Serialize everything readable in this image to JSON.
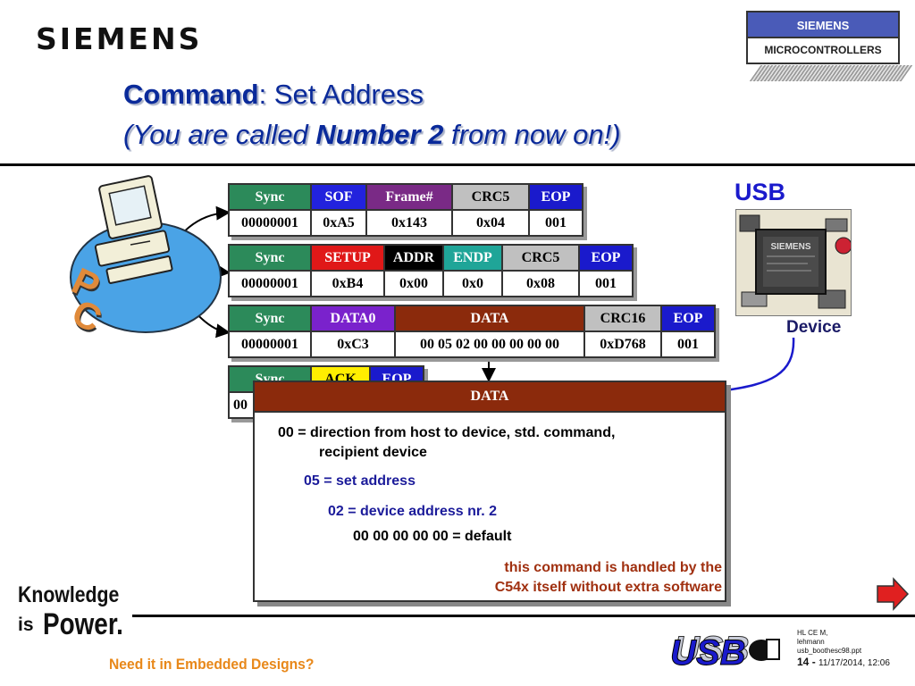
{
  "header": {
    "brand": "SIEMENS",
    "title_bold": "Command",
    "title_rest": ": Set Address",
    "subtitle_open": "(",
    "subtitle_pre": "You are called ",
    "subtitle_bold": "Number 2",
    "subtitle_post": " from now on!",
    "subtitle_close": ")"
  },
  "chip_badge": {
    "top_label": "SIEMENS",
    "bottom_label": "MICROCONTROLLERS"
  },
  "pc": {
    "letter_p": "P",
    "letter_c": "C"
  },
  "packets": {
    "sof": {
      "headers": [
        "Sync",
        "SOF",
        "Frame#",
        "CRC5",
        "EOP"
      ],
      "values": [
        "00000001",
        "0xA5",
        "0x143",
        "0x04",
        "001"
      ]
    },
    "setup": {
      "headers": [
        "Sync",
        "SETUP",
        "ADDR",
        "ENDP",
        "CRC5",
        "EOP"
      ],
      "values": [
        "00000001",
        "0xB4",
        "0x00",
        "0x0",
        "0x08",
        "001"
      ]
    },
    "data0": {
      "headers": [
        "Sync",
        "DATA0",
        "DATA",
        "CRC16",
        "EOP"
      ],
      "values": [
        "00000001",
        "0xC3",
        "00 05 02 00 00 00 00 00",
        "0xD768",
        "001"
      ]
    },
    "ack": {
      "headers": [
        "Sync",
        "ACK",
        "EOP"
      ],
      "values": [
        "00"
      ]
    }
  },
  "usb_device": {
    "usb_label": "USB",
    "chip_text": "SIEMENS",
    "device_label": "Device"
  },
  "popup": {
    "title": "DATA",
    "line1a": "00 = direction from host to device, std. command,",
    "line1b": "recipient device",
    "line2": "05 = set address",
    "line3": "02 = device address nr. 2",
    "line4": "00 00 00 00 00 = default",
    "note1": "this command is handled by the",
    "note2": "C54x itself without extra software"
  },
  "footer": {
    "knowledge": "Knowledge",
    "is": "is",
    "power": "Power.",
    "tagline": "Need it in Embedded Designs?",
    "meta_line1": "HL CE M,",
    "meta_line2": "lehmann",
    "meta_line3": "usb_boothesc98.ppt",
    "page_number": "14",
    "page_sep": " - ",
    "date": "11/17/2014, 12:06",
    "usb_logo_text": "USB"
  },
  "colors": {
    "title_blue": "#0a2a9a",
    "data_brown": "#8b2a0c",
    "sync_green": "#2c8a5a",
    "accent_orange": "#e8881a"
  }
}
